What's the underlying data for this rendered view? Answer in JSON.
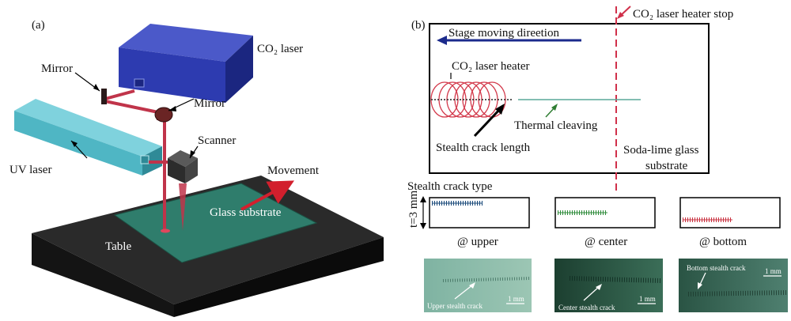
{
  "panel_a": {
    "tag": "(a)",
    "co2_laser": "CO₂ laser",
    "mirror_left": "Mirror",
    "mirror_right": "Mirror",
    "scanner": "Scanner",
    "uv_laser": "UV laser",
    "movement": "Movement",
    "glass_substrate": "Glass substrate",
    "table": "Table"
  },
  "panel_b": {
    "tag": "(b)",
    "heater_stop": "CO₂ laser heater stop",
    "stage_direction": "Stage moving direetion",
    "heater": "CO₂ laser heater",
    "thermal_cleaving": "Thermal cleaving",
    "stealth_crack_length": "Stealth crack length",
    "soda_lime_1": "Soda-lime glass",
    "soda_lime_2": "substrate",
    "crack_type_title": "Stealth crack type",
    "thickness": "t=3 mm",
    "types": [
      "@ upper",
      "@ center",
      "@ bottom"
    ],
    "photo_labels": [
      "Upper stealth crack",
      "Center stealth crack",
      "Bottom stealth crack"
    ],
    "scale_bar": "1 mm"
  },
  "colors": {
    "co2_box": "#2d3bb0",
    "uv_box": "#4fb6c4",
    "beam": "#c0344a",
    "table": "#1f1f1f",
    "glass": "#2f7d6c",
    "stop_line": "#d0304a",
    "heater_circles": "#d33a4c",
    "arrow_blue": "#1b2a8c",
    "crack_upper": "#1a4a7a",
    "crack_center": "#2e8b3a",
    "crack_bottom": "#c8303f"
  }
}
